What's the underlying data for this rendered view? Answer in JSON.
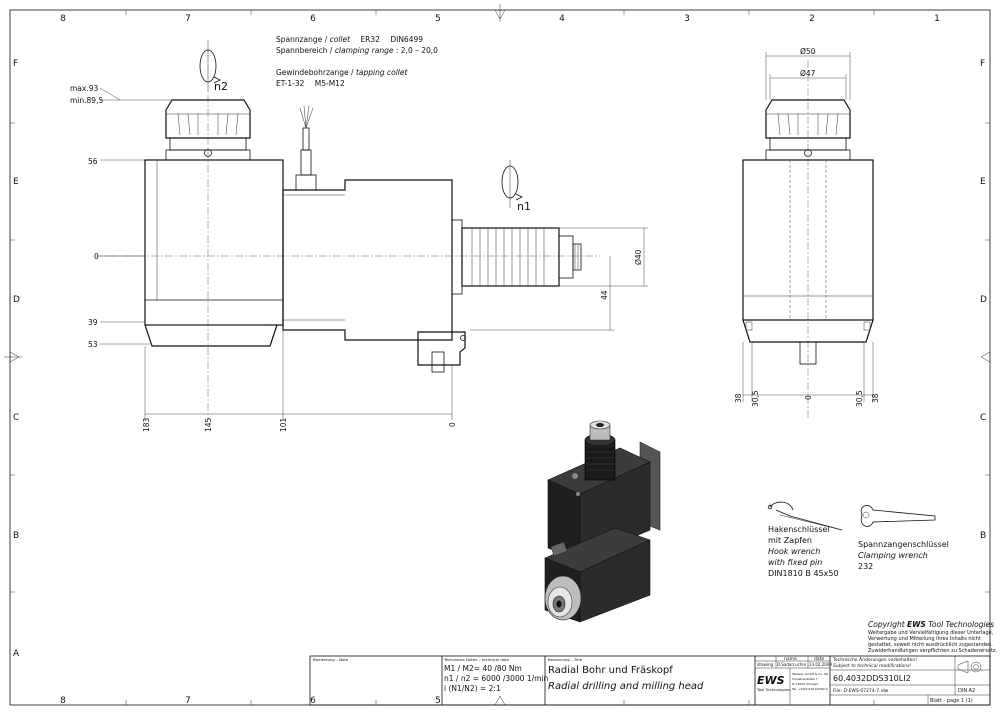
{
  "frame": {
    "col_labels": [
      "8",
      "7",
      "6",
      "5",
      "4",
      "3",
      "2",
      "1"
    ],
    "row_labels": [
      "F",
      "E",
      "D",
      "C",
      "B",
      "A"
    ]
  },
  "notes": {
    "collet_de": "Spannzange",
    "collet_en": "collet",
    "collet_spec1": "ER32",
    "collet_spec2": "DIN6499",
    "range_de": "Spannbereich",
    "range_en": "clamping range",
    "range_val": "2,0 – 20,0",
    "tap_de": "Gewindebohrzange",
    "tap_en": "tapping collet",
    "tap_spec1": "ET-1-32",
    "tap_spec2": "M5-M12"
  },
  "rotation_labels": {
    "n2": "n2",
    "n1": "n1"
  },
  "dims_left": {
    "max": "max.93",
    "min": "min.89,5",
    "d56": "56",
    "d0": "0",
    "d39": "39",
    "d53": "53",
    "d183": "183",
    "d145": "145",
    "d101": "101",
    "d0b": "0",
    "d44": "44",
    "d40": "Ø40"
  },
  "dims_right": {
    "d50": "Ø50",
    "d47": "Ø47",
    "d38a": "38",
    "d305a": "30,5",
    "d0": "0",
    "d305b": "30,5",
    "d38b": "38"
  },
  "accessories": {
    "hook_de1": "Hakenschlüssel",
    "hook_de2": "mit Zapfen",
    "hook_en1": "Hook wrench",
    "hook_en2": "with fixed pin",
    "hook_spec": "DIN1810 B 45x50",
    "clamp_de": "Spannzangenschlüssel",
    "clamp_en": "Clamping wrench",
    "clamp_spec": "232"
  },
  "copyright": {
    "line1_prefix": "Copyright ",
    "line1_brand": "EWS",
    "line1_suffix": " Tool Technologies",
    "line2": "Weitergabe und Vervielfältigung dieser Unterlage,",
    "line3": "Verwertung und Mitteilung ihres Inhalts nicht",
    "line4": "gestattet, soweit nicht ausdrücklich zugestanden.",
    "line5": "Zuwiderhandlungen verpflichten zu Schadenersatz."
  },
  "title_block": {
    "remark_label": "Bemerkung – Note",
    "tech_label": "Technische Daten – technical data",
    "tech1": "M1 / M2= 40 /80  Nm",
    "tech2": "n1 / n2 = 6000 /3000  1/min",
    "tech3": "i (N1/N2)  = 2:1",
    "desc_label": "Benennung – Title",
    "title_de": "Radial Bohr und Fräskopf",
    "title_en": "Radial drilling and milling head",
    "col_name": "name",
    "col_date": "date",
    "row_drawing": "drawing",
    "drawn_by": "D.Sadarcuchni",
    "drawn_date": "23.02.2009",
    "logo": "EWS",
    "logo_sub": "Tool Technologies",
    "address1": "Weisser GmbH & Co. KG",
    "address2": "Industriestraße 7",
    "address3": "D-73099 Uhingen",
    "address4": "Tel. +49(0)7161/9382-0",
    "change_de": "Technische Änderungen vorbehalten!",
    "change_en": "Subject to technical modifications!",
    "part_no": "60.4032DDS310LI2",
    "file": "File: D-EWS-07274-7.idw",
    "format": "DIN A2",
    "sheet": "Blatt - page  1 (1)"
  }
}
